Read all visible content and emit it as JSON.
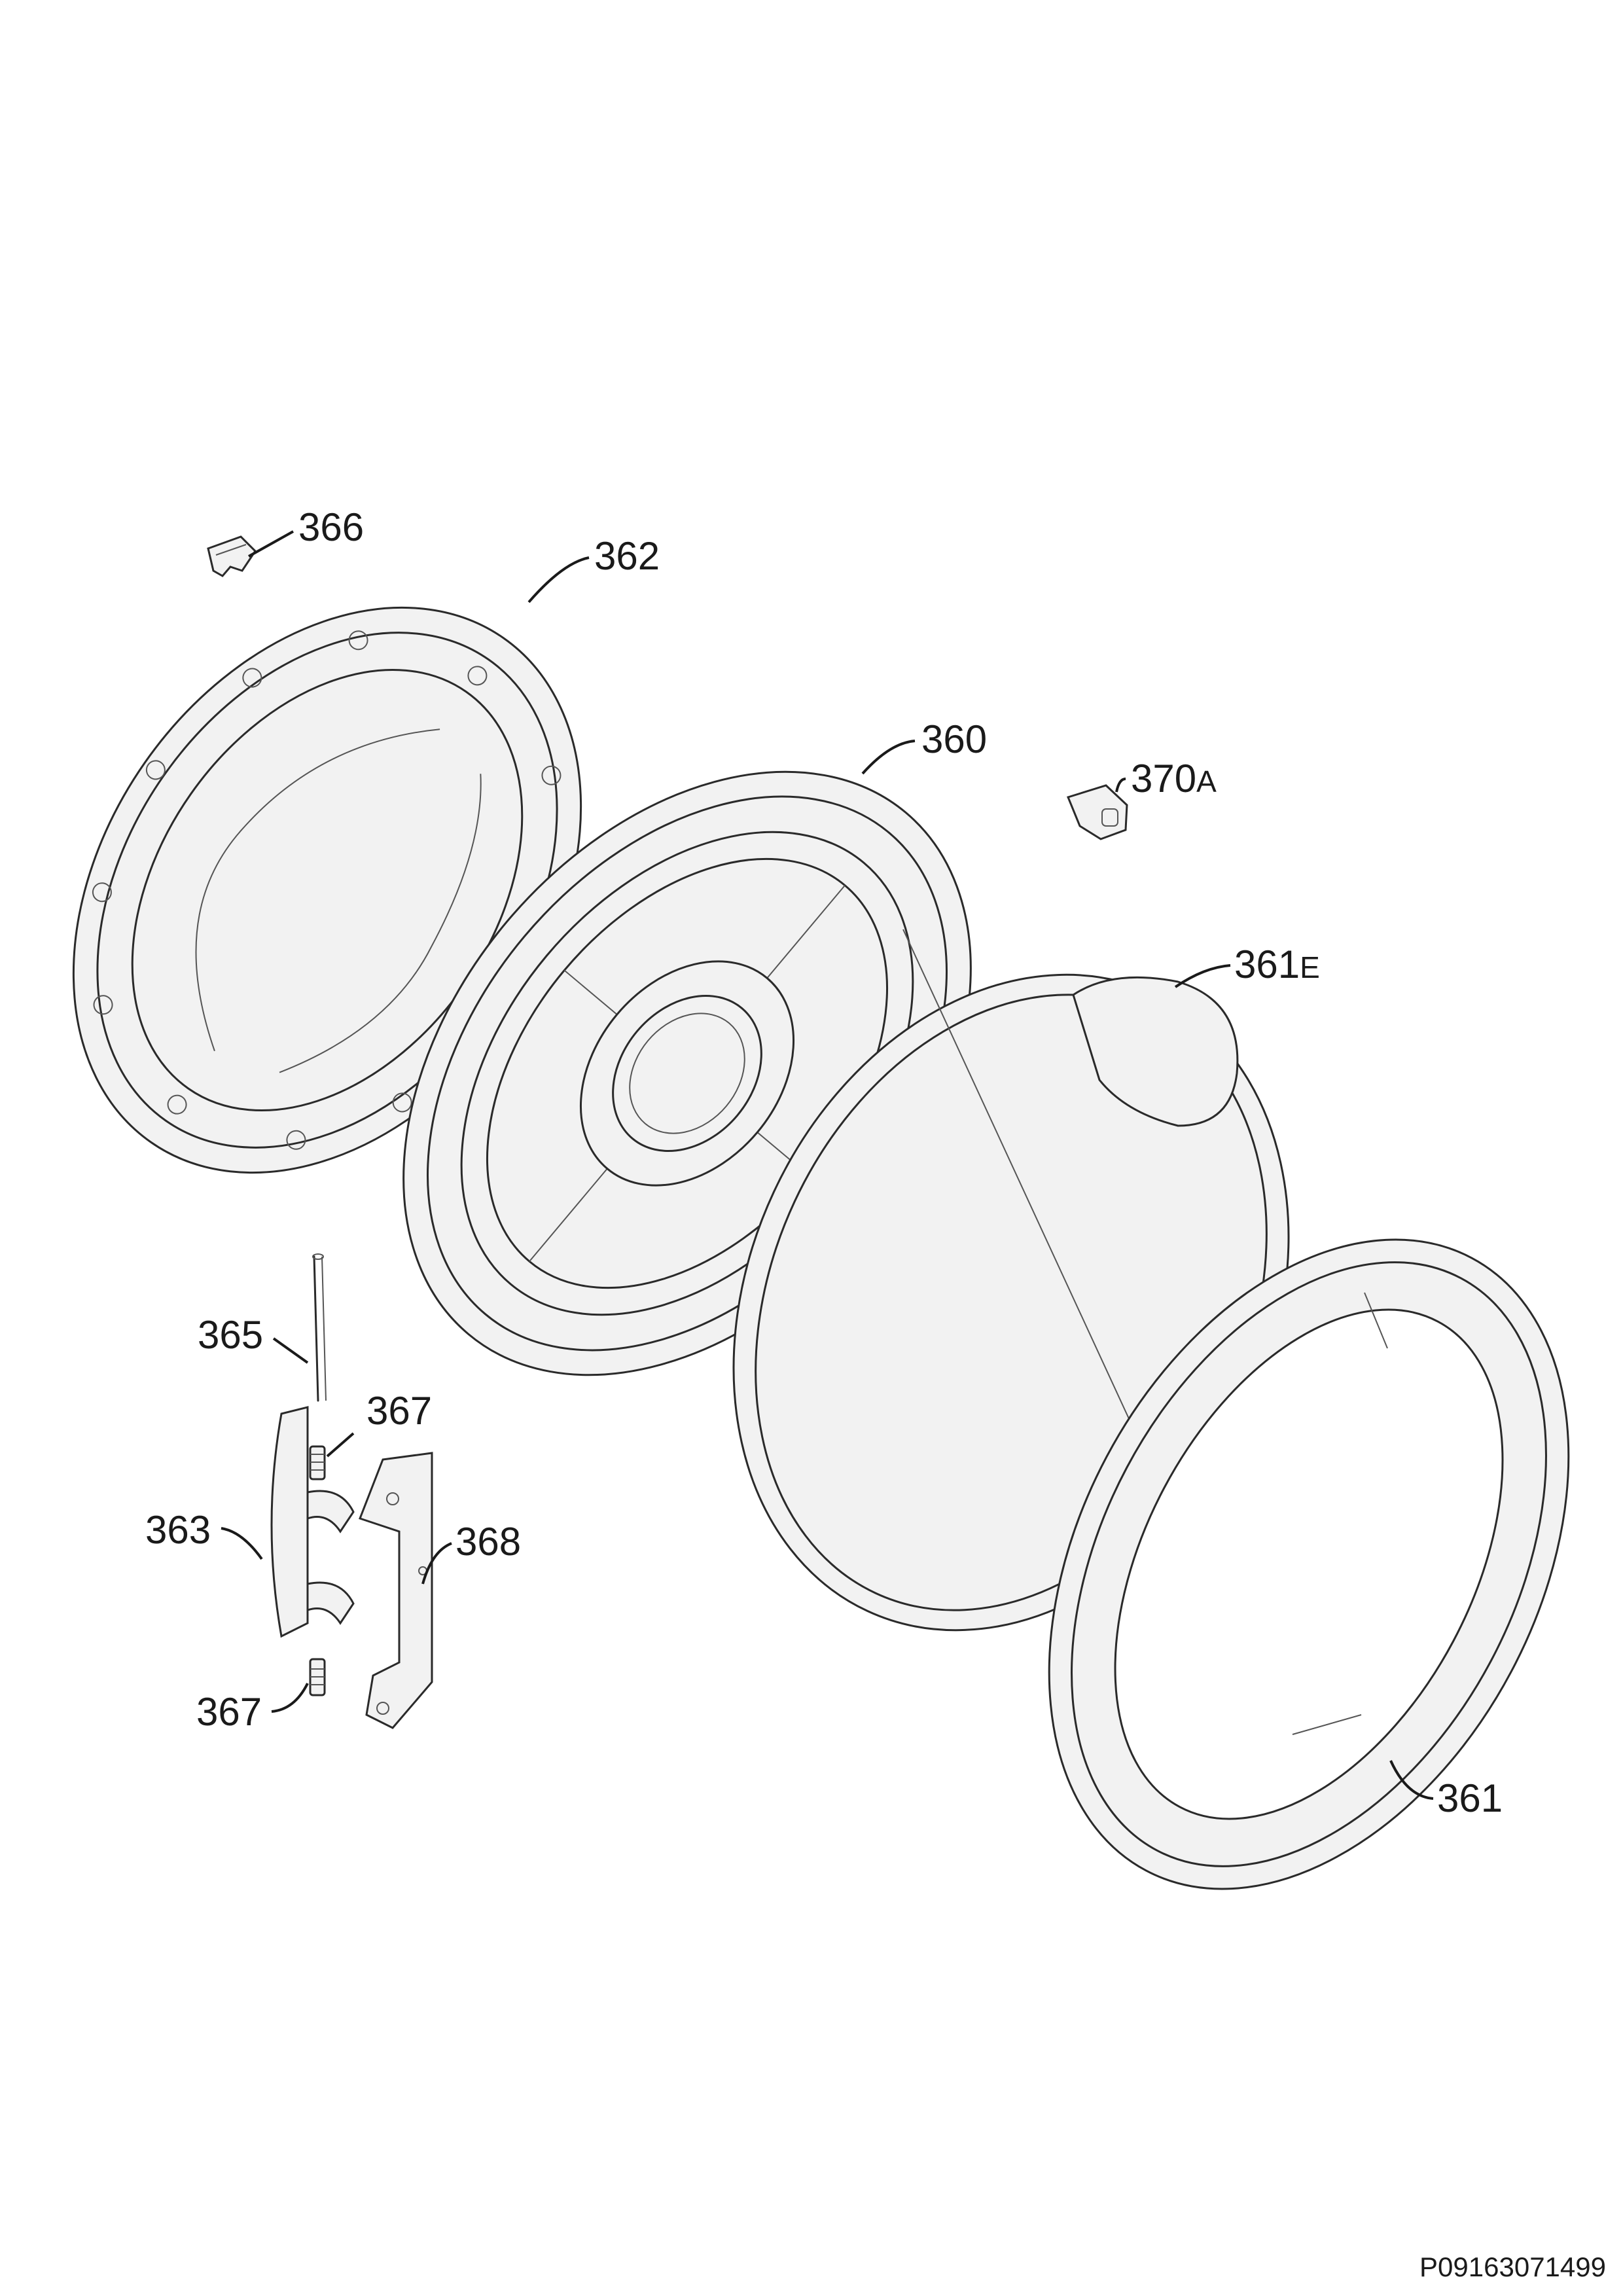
{
  "drawing_id": "P09163071499",
  "callouts": {
    "c366": {
      "number": "366",
      "suffix": ""
    },
    "c362": {
      "number": "362",
      "suffix": ""
    },
    "c360": {
      "number": "360",
      "suffix": ""
    },
    "c370": {
      "number": "370",
      "suffix": "A"
    },
    "c361e": {
      "number": "361",
      "suffix": "E"
    },
    "c365": {
      "number": "365",
      "suffix": ""
    },
    "c367a": {
      "number": "367",
      "suffix": ""
    },
    "c363": {
      "number": "363",
      "suffix": ""
    },
    "c368": {
      "number": "368",
      "suffix": ""
    },
    "c367b": {
      "number": "367",
      "suffix": ""
    },
    "c361": {
      "number": "361",
      "suffix": ""
    }
  },
  "colors": {
    "ink": "#1a1a1a",
    "paper": "#ffffff",
    "part_fill": "#f2f2f2"
  }
}
